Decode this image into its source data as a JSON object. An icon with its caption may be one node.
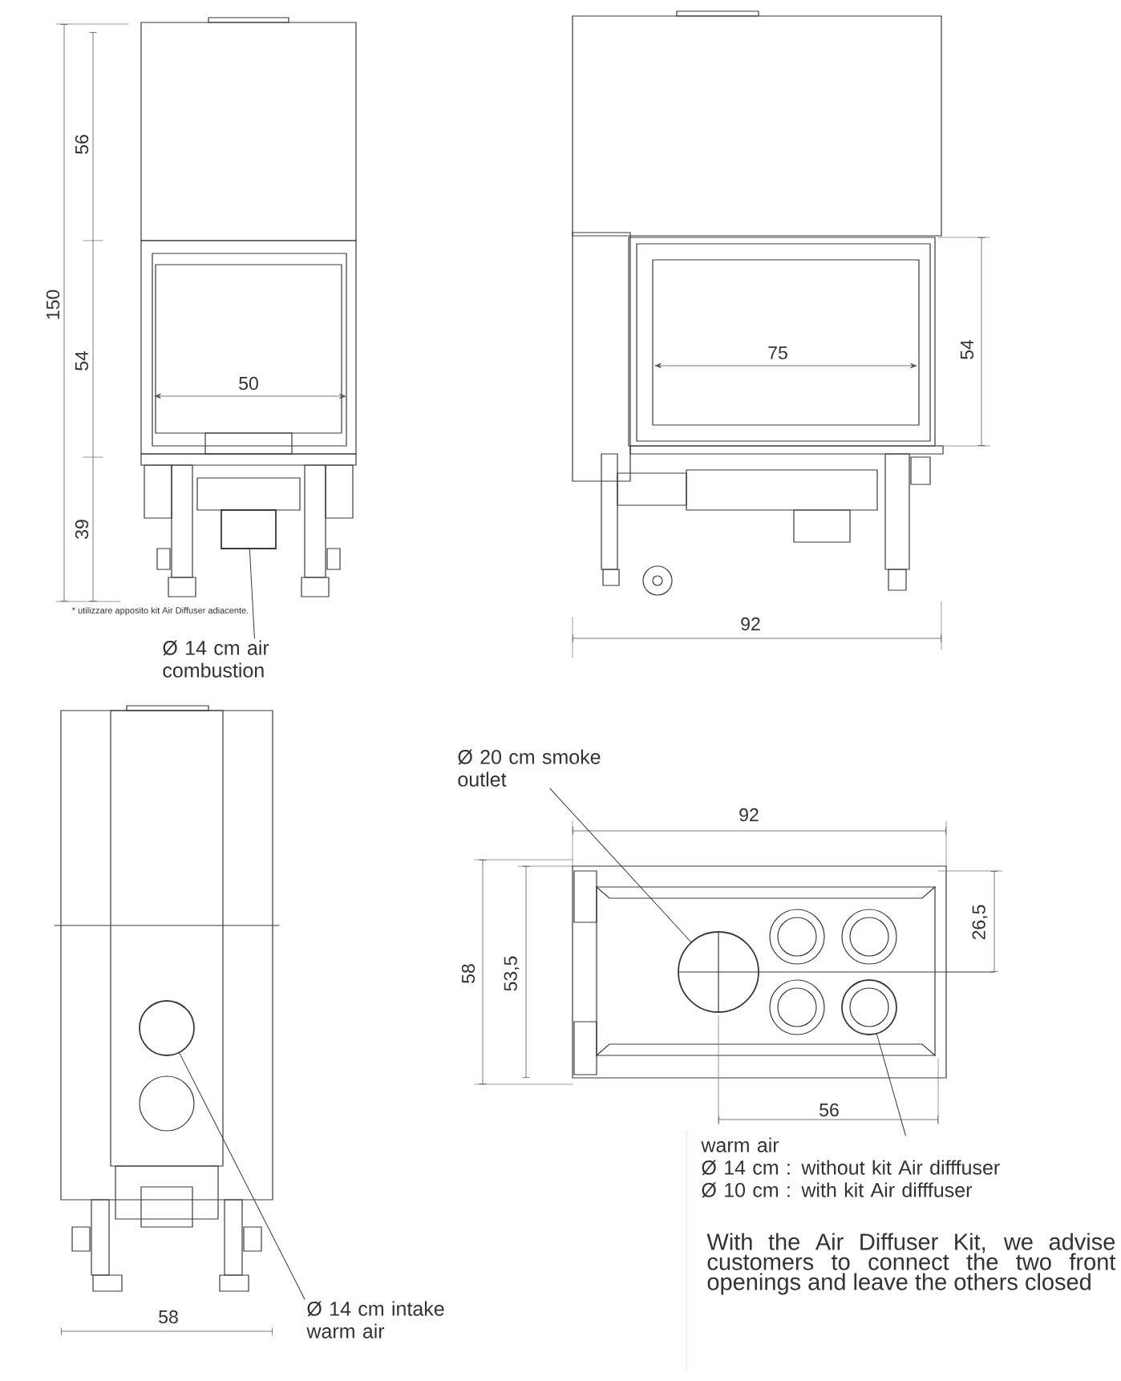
{
  "diagram": {
    "nodes": [
      {
        "text": [
          "Ø 14 cm air combustion"
        ]
      },
      {
        "text": [],
        "shape": "box"
      },
      {
        "text": [
          "Ø 14 cm intake warm air"
        ]
      },
      {
        "text": [],
        "shape": "circle"
      },
      {
        "text": [
          "Ø 20 cm smoke outlet"
        ]
      },
      {
        "text": [],
        "shape": "circle"
      },
      {
        "text": [
          "warm air",
          "Ø 14 cm : without kit Air difffuser",
          "Ø 10 cm : with kit Air difffuser"
        ]
      },
      {
        "text": [],
        "shape": "circle"
      }
    ],
    "edges": [
      {
        "from": 0,
        "to": 1,
        "arrow": "none"
      },
      {
        "from": 2,
        "to": 3,
        "arrow": "none"
      },
      {
        "from": 4,
        "to": 5,
        "arrow": "none"
      },
      {
        "from": 6,
        "to": 7,
        "arrow": "none"
      }
    ],
    "labels": [
      "150",
      "56",
      "54",
      "39",
      "50",
      "* utilizzare apposito kit Air Diffuser adiacente.",
      "75",
      "54",
      "92",
      "58",
      "92",
      "58",
      "53,5",
      "26,5",
      "56",
      "With the Air Diffuser Kit, we advise customers to connect the two front openings and leave the others closed"
    ]
  }
}
